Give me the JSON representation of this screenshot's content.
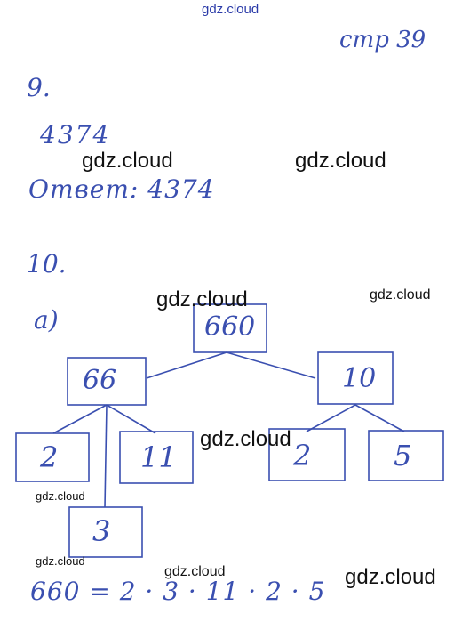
{
  "watermarks": {
    "top": "gdz.cloud",
    "w1": "gdz.cloud",
    "w2": "gdz.cloud",
    "w3": "gdz.cloud",
    "w4": "gdz.cloud",
    "w5": "gdz.cloud",
    "w6": "gdz.cloud",
    "w7": "gdz.cloud",
    "w8": "gdz.cloud",
    "w9": "gdz.cloud"
  },
  "header": {
    "page_ref": "стр 39"
  },
  "task9": {
    "number": "9.",
    "result": "4374",
    "answer": "Ответ: 4374"
  },
  "task10": {
    "number": "10.",
    "part": "a)",
    "tree": {
      "root": "660",
      "left": "66",
      "right": "10",
      "left_children": [
        "2",
        "11",
        "3"
      ],
      "right_children": [
        "2",
        "5"
      ]
    },
    "formula": "660 = 2 · 3 · 11 · 2 · 5"
  },
  "colors": {
    "ink": "#3a4fb0",
    "watermark": "#111111"
  }
}
